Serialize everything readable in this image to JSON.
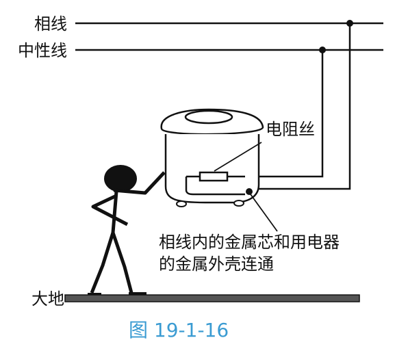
{
  "labels": {
    "live_wire": "相线",
    "neutral_wire": "中性线",
    "heating_wire": "电阻丝",
    "note_line1": "相线内的金属芯和用电器",
    "note_line2": "的金属外壳连通",
    "ground": "大地"
  },
  "caption": "图 19-1-16",
  "colors": {
    "ink": "#111111",
    "caption": "#3a9bd2",
    "ground_fill": "#555555"
  }
}
